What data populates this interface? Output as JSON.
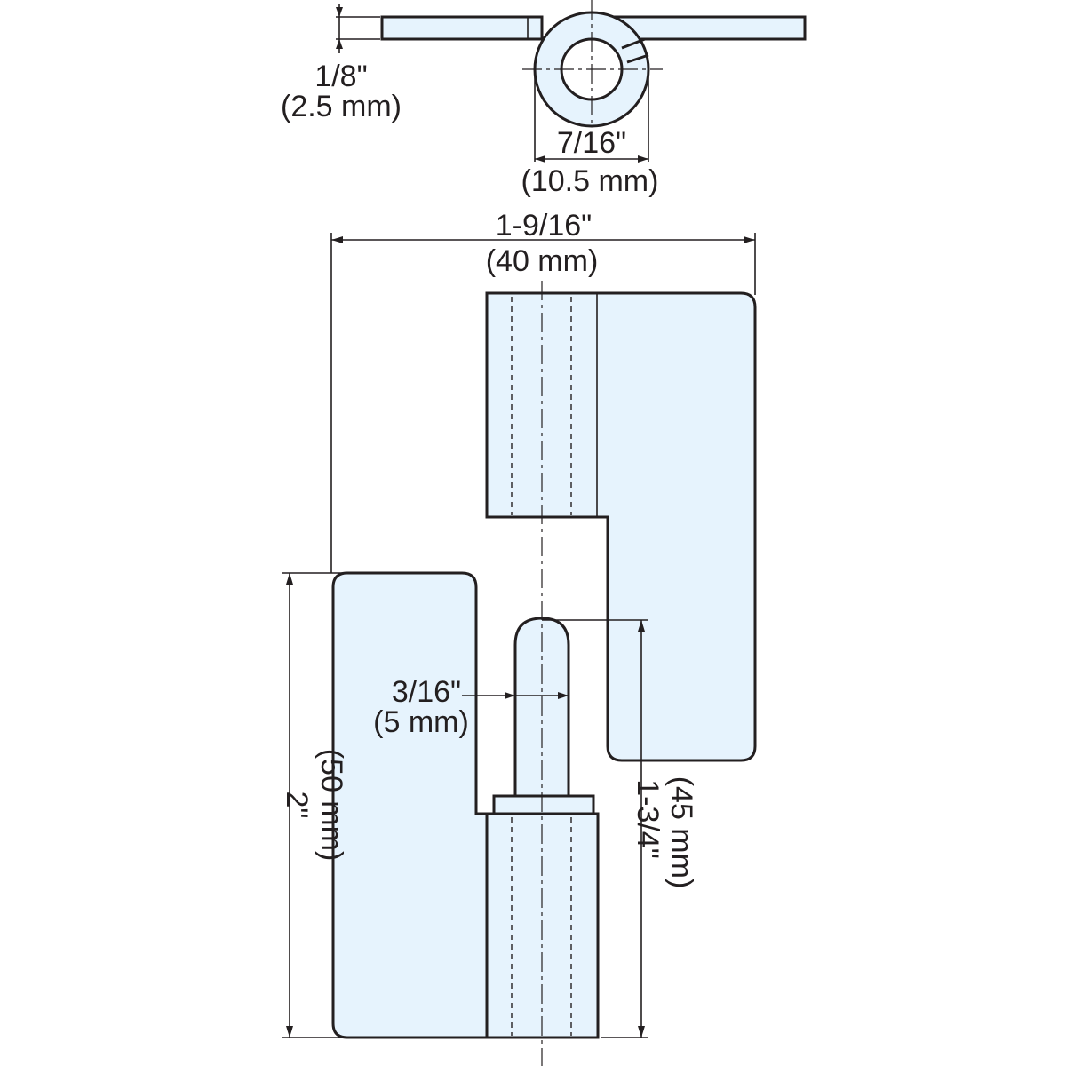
{
  "dimensions": {
    "leaf_thickness": {
      "imperial": "1/8\"",
      "metric": "(2.5 mm)"
    },
    "knuckle_diameter": {
      "imperial": "7/16\"",
      "metric": "(10.5 mm)"
    },
    "overall_width": {
      "imperial": "1-9/16\"",
      "metric": "(40 mm)"
    },
    "pin_diameter": {
      "imperial": "3/16\"",
      "metric": "(5 mm)"
    },
    "leaf_height": {
      "imperial": "2\"",
      "metric": "(50 mm)"
    },
    "pin_to_base": {
      "imperial": "1-3/4\"",
      "metric": "(45 mm)"
    }
  },
  "colors": {
    "part_fill": "#e6f3fd",
    "line": "#231f20"
  }
}
